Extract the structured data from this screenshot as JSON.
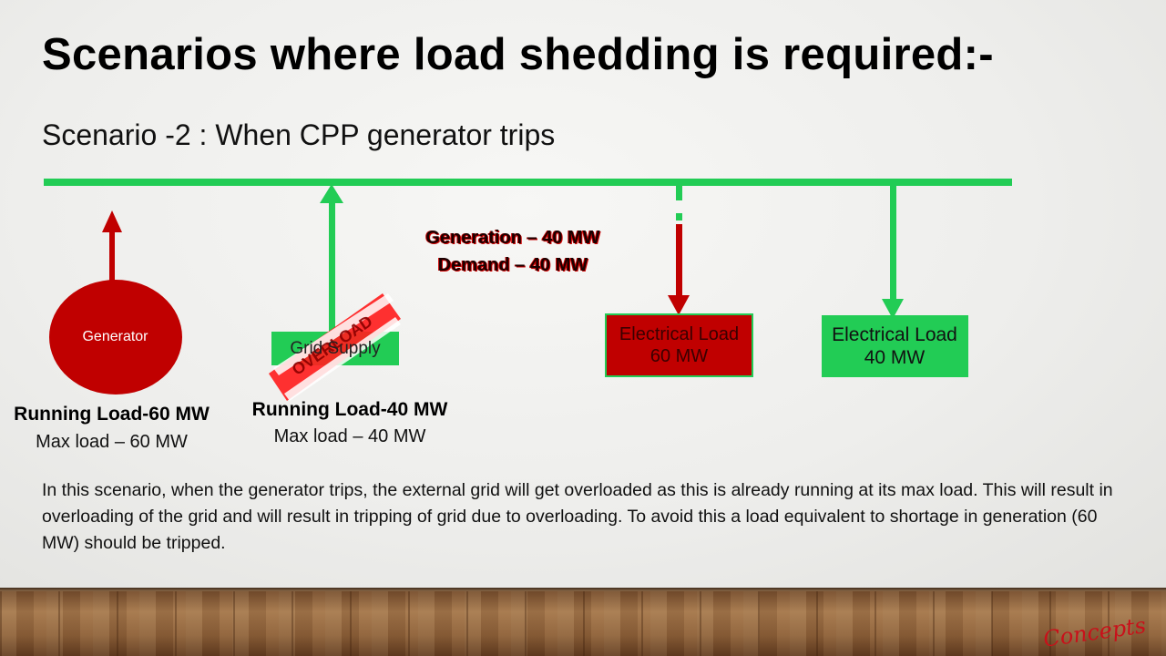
{
  "slide": {
    "title": "Scenarios where load shedding is required:-",
    "subtitle": "Scenario -2 : When CPP generator trips"
  },
  "diagram": {
    "generator": {
      "label": "Generator",
      "running_load": "Running Load-60 MW",
      "max_load": "Max load – 60 MW",
      "color": "#c00000"
    },
    "grid_supply": {
      "label": "Grid Supply",
      "running_load": "Running Load-40 MW",
      "max_load": "Max load – 40 MW",
      "color": "#22cc55"
    },
    "balance": {
      "generation": "Generation – 40 MW",
      "demand": "Demand – 40 MW"
    },
    "loads": [
      {
        "label": "Electrical Load\n60 MW",
        "color": "#c00000"
      },
      {
        "label": "Electrical Load\n40 MW",
        "color": "#22cc55"
      }
    ],
    "overload_stamp": "OVERLOAD",
    "colors": {
      "bus": "#22cc55",
      "trip": "#c00000",
      "stripe": "#ff2020"
    }
  },
  "description": "In this scenario, when the generator trips, the external grid will get overloaded as this is already running at its max load. This will result in overloading of the grid and will result in tripping of grid due to overloading. To avoid this a load equivalent to shortage in generation (60 MW) should be tripped.",
  "logo": "Concepts"
}
